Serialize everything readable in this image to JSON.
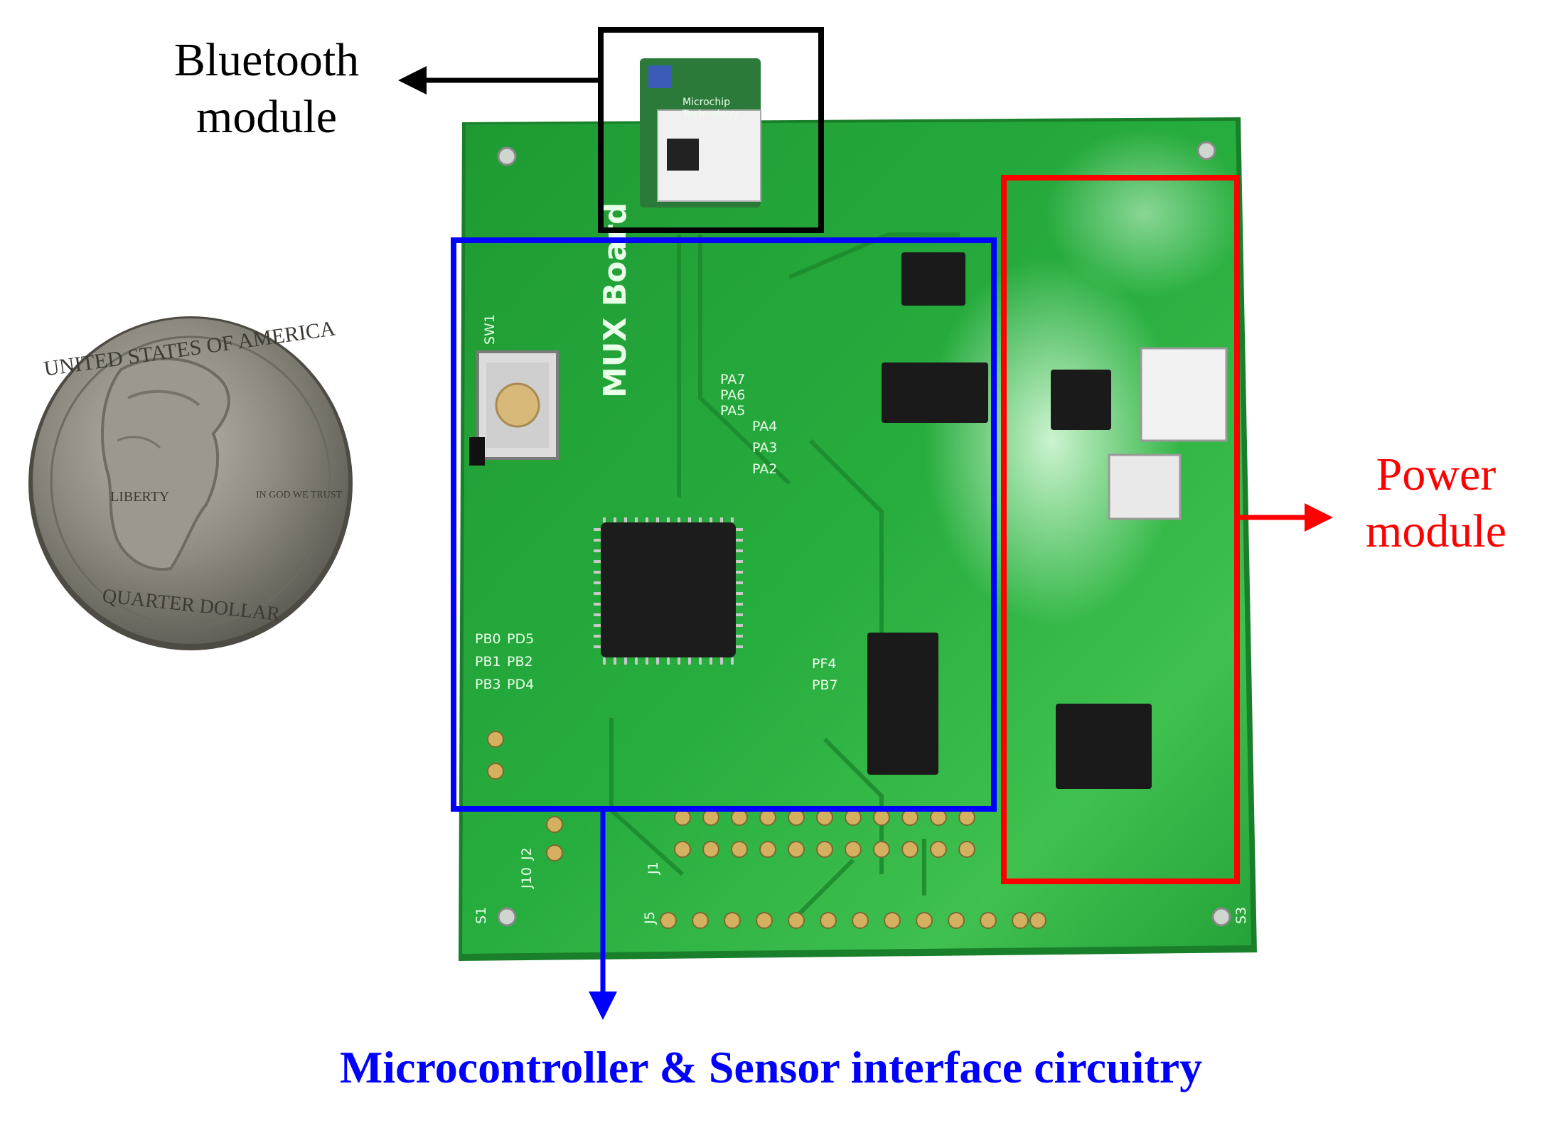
{
  "labels": {
    "bluetooth": {
      "line1": "Bluetooth",
      "line2": "module",
      "color": "#000000"
    },
    "power": {
      "line1": "Power",
      "line2": "module",
      "color": "#ff0000"
    },
    "microcontroller": {
      "text": "Microcontroller & Sensor interface circuitry",
      "color": "#0000ff"
    }
  },
  "coin": {
    "top_text": "UNITED STATES OF AMERICA",
    "bottom_text": "QUARTER DOLLAR",
    "left_text": "LIBERTY",
    "motto": "IN GOD WE TRUST"
  },
  "board": {
    "silkscreen": {
      "board_name": "MUX Board",
      "pins_left": [
        "PB0",
        "PD5",
        "PB1",
        "PB2",
        "PB3",
        "PD4"
      ],
      "pins_right": [
        "PF4",
        "PB7"
      ],
      "pins_top": [
        "PA7",
        "PA6",
        "PA5",
        "PA4",
        "PA3",
        "PA2"
      ],
      "refs": [
        "SW1",
        "J2",
        "J10",
        "J5",
        "S1",
        "S3",
        "J1"
      ],
      "bt_chip_text": [
        "Microchip",
        "Technology"
      ]
    },
    "pcb_color": "#22a53a"
  }
}
